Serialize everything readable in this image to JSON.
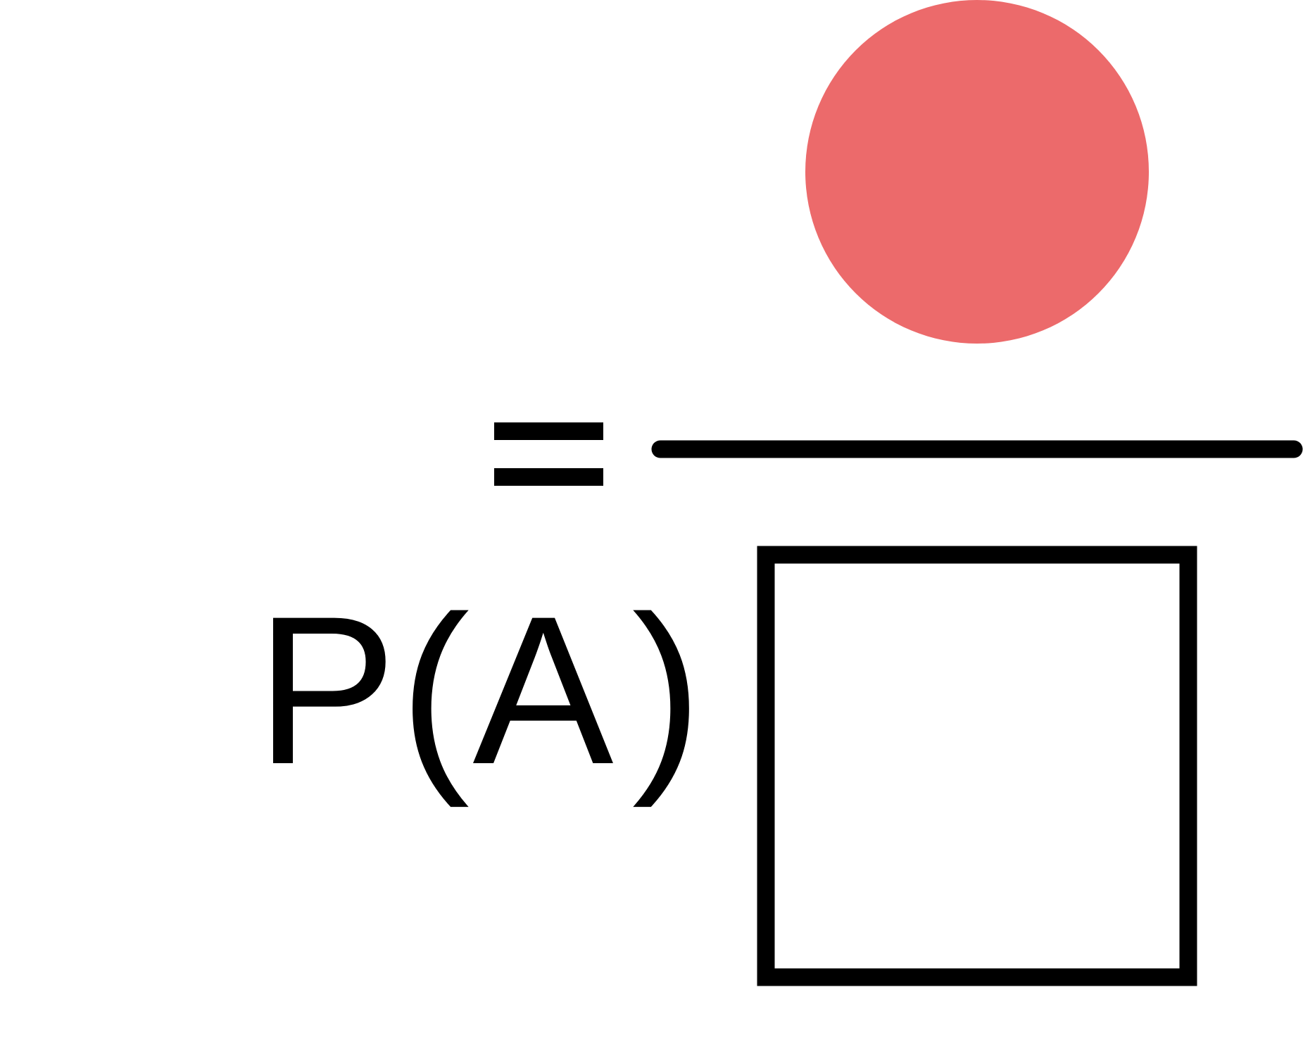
{
  "formula": {
    "function_letter": "P",
    "open_paren": "(",
    "event": "A",
    "close_paren": ")",
    "equals": "="
  },
  "numerator": {
    "shape": "circle",
    "fill_color": "#ec6a6b"
  },
  "fraction_bar": {
    "color": "#000000"
  },
  "denominator": {
    "shape": "square",
    "stroke_color": "#000000",
    "fill_color": "#ffffff"
  }
}
